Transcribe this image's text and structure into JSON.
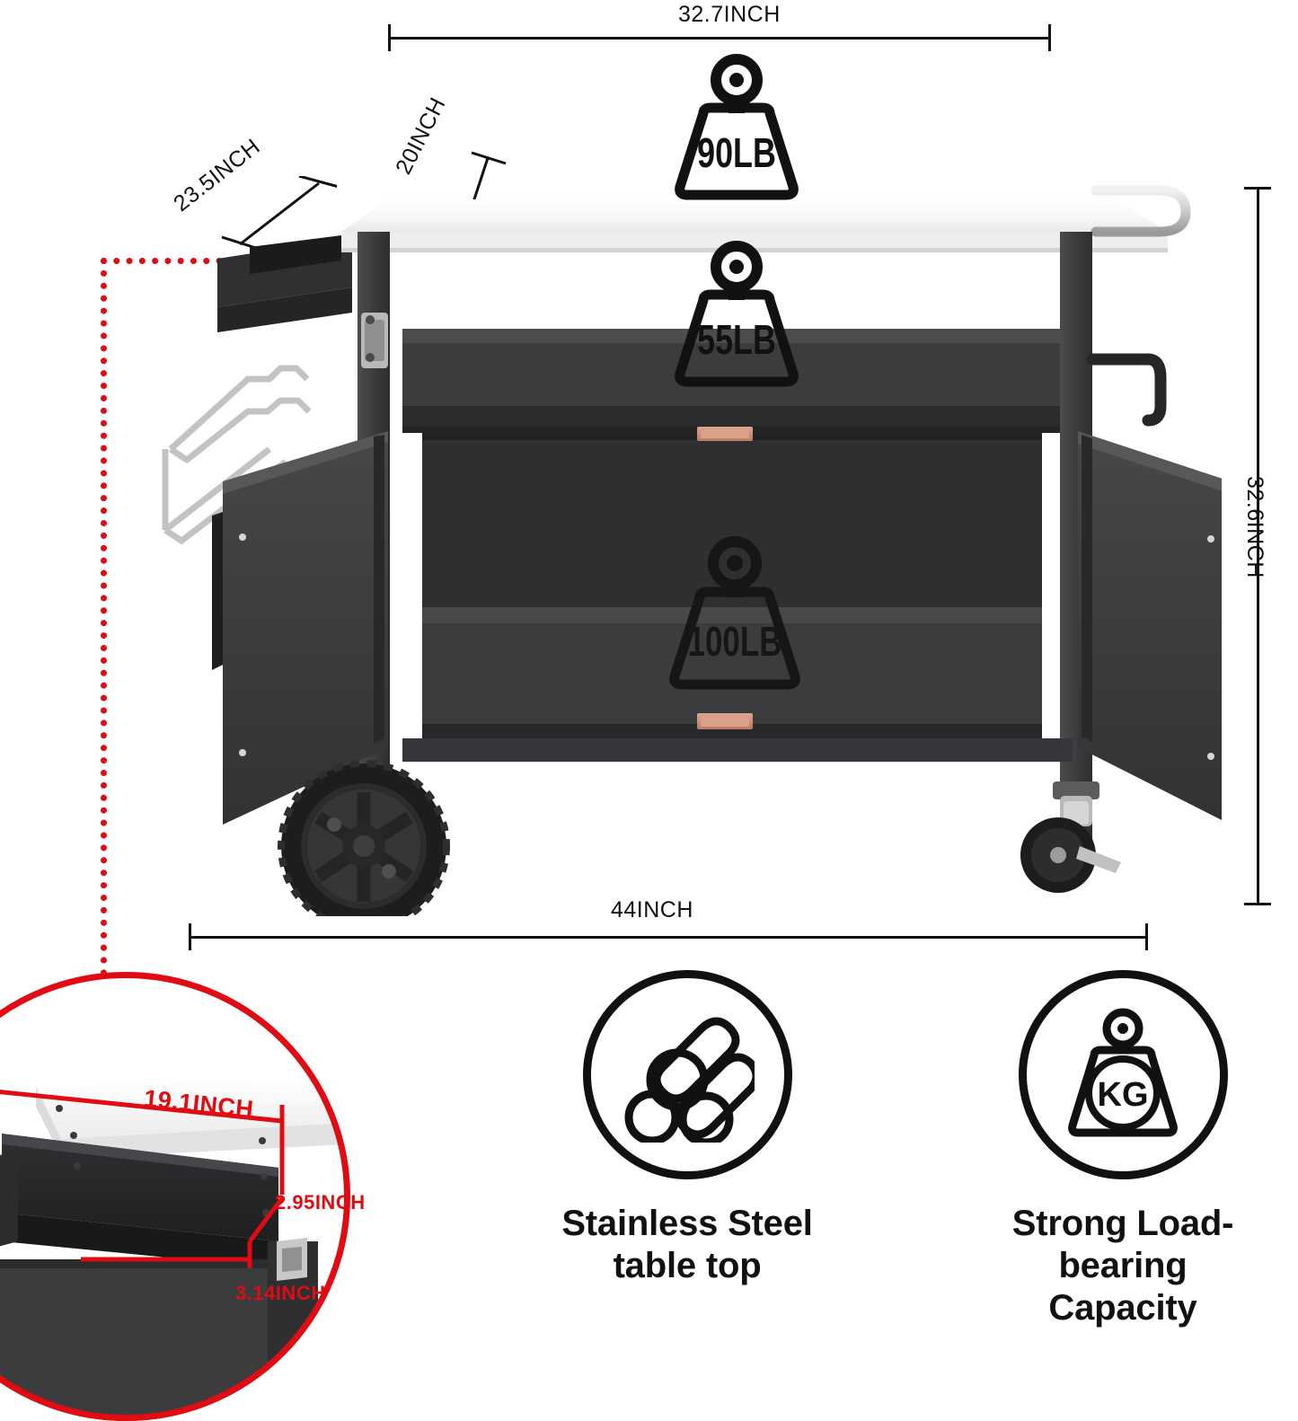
{
  "product": {
    "name": "outdoor-grill-cart",
    "description": "Three-shelf stainless steel top grill cart with cabinet doors, wheel and caster"
  },
  "dimensions": {
    "top_width": "32.7INCH",
    "top_depth": "20INCH",
    "side_shelf_depth": "23.5INCH",
    "overall_height": "32.6INCH",
    "overall_width": "44INCH"
  },
  "capacity_badges": [
    {
      "id": "top-shelf",
      "label": "90LB"
    },
    {
      "id": "middle-shelf",
      "label": "55LB"
    },
    {
      "id": "bottom-shelf",
      "label": "100LB"
    }
  ],
  "inset": {
    "title": "side-shelf-detail",
    "labels": {
      "length": "19.1INCH",
      "height": "2.95INCH",
      "drop": "3.14INCH"
    }
  },
  "features": [
    {
      "icon": "steel-tubes-icon",
      "line1": "Stainless Steel",
      "line2": "table top"
    },
    {
      "icon": "weight-kg-icon",
      "icon_text": "KG",
      "line1": "Strong Load-bearing",
      "line2": "Capacity"
    }
  ],
  "colors": {
    "accent_red": "#e00b13",
    "body_dark": "#3a3c3e",
    "body_darker": "#2b2d2f",
    "steel": "#f2f2f2",
    "copper": "#c98a74",
    "ink": "#111111"
  }
}
